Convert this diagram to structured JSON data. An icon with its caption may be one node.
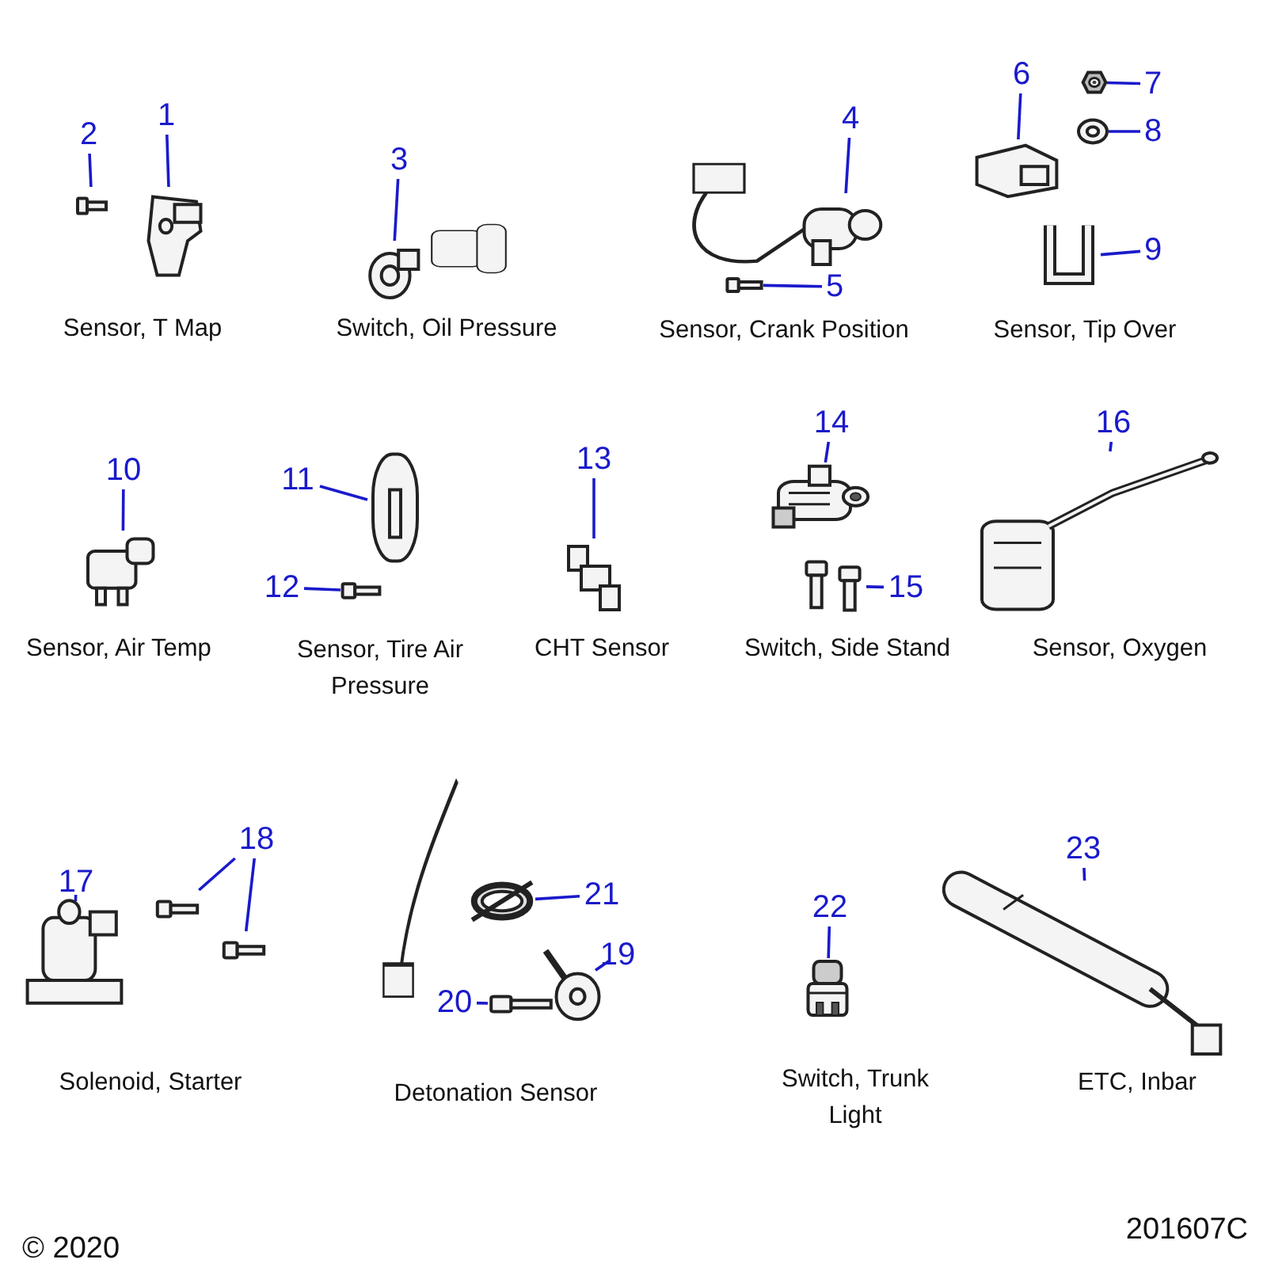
{
  "diagram": {
    "nodes": [
      {
        "text": [
          "1"
        ]
      },
      {
        "text": [],
        "shape": "picture"
      },
      {
        "text": [
          "2"
        ]
      },
      {
        "text": [],
        "shape": "picture"
      },
      {
        "text": [
          "3"
        ]
      },
      {
        "text": [],
        "shape": "picture"
      },
      {
        "text": [
          "4"
        ]
      },
      {
        "text": [],
        "shape": "picture"
      },
      {
        "text": [
          "5"
        ]
      },
      {
        "text": [],
        "shape": "picture"
      },
      {
        "text": [
          "6"
        ]
      },
      {
        "text": [],
        "shape": "picture"
      },
      {
        "text": [
          "7"
        ]
      },
      {
        "text": [],
        "shape": "picture"
      },
      {
        "text": [
          "8"
        ]
      },
      {
        "text": [],
        "shape": "picture"
      },
      {
        "text": [
          "9"
        ]
      },
      {
        "text": [],
        "shape": "picture"
      },
      {
        "text": [
          "10"
        ]
      },
      {
        "text": [],
        "shape": "picture"
      },
      {
        "text": [
          "11"
        ]
      },
      {
        "text": [],
        "shape": "picture"
      },
      {
        "text": [
          "12"
        ]
      },
      {
        "text": [],
        "shape": "picture"
      },
      {
        "text": [
          "13"
        ]
      },
      {
        "text": [],
        "shape": "picture"
      },
      {
        "text": [
          "14"
        ]
      },
      {
        "text": [],
        "shape": "picture"
      },
      {
        "text": [
          "15"
        ]
      },
      {
        "text": [],
        "shape": "picture"
      },
      {
        "text": [
          "16"
        ]
      },
      {
        "text": [],
        "shape": "picture"
      },
      {
        "text": [
          "17"
        ]
      },
      {
        "text": [],
        "shape": "picture"
      },
      {
        "text": [
          "18"
        ]
      },
      {
        "text": [],
        "shape": "picture"
      },
      {
        "text": [],
        "shape": "picture"
      },
      {
        "text": [
          "19"
        ]
      },
      {
        "text": [],
        "shape": "picture"
      },
      {
        "text": [
          "20"
        ]
      },
      {
        "text": [],
        "shape": "picture"
      },
      {
        "text": [
          "21"
        ]
      },
      {
        "text": [],
        "shape": "picture"
      },
      {
        "text": [
          "22"
        ]
      },
      {
        "text": [],
        "shape": "picture"
      },
      {
        "text": [
          "23"
        ]
      },
      {
        "text": [],
        "shape": "picture"
      }
    ],
    "edges": [
      {
        "from": 0,
        "to": 1,
        "arrow": "none"
      },
      {
        "from": 2,
        "to": 3,
        "arrow": "none"
      },
      {
        "from": 4,
        "to": 5,
        "arrow": "none"
      },
      {
        "from": 6,
        "to": 7,
        "arrow": "none"
      },
      {
        "from": 8,
        "to": 9,
        "arrow": "none"
      },
      {
        "from": 10,
        "to": 11,
        "arrow": "none"
      },
      {
        "from": 12,
        "to": 13,
        "arrow": "none"
      },
      {
        "from": 14,
        "to": 15,
        "arrow": "none"
      },
      {
        "from": 16,
        "to": 17,
        "arrow": "none"
      },
      {
        "from": 18,
        "to": 19,
        "arrow": "none"
      },
      {
        "from": 20,
        "to": 21,
        "arrow": "none"
      },
      {
        "from": 22,
        "to": 23,
        "arrow": "none"
      },
      {
        "from": 24,
        "to": 25,
        "arrow": "none"
      },
      {
        "from": 26,
        "to": 27,
        "arrow": "none"
      },
      {
        "from": 28,
        "to": 29,
        "arrow": "none"
      },
      {
        "from": 30,
        "to": 31,
        "arrow": "none"
      },
      {
        "from": 32,
        "to": 33,
        "arrow": "none"
      },
      {
        "from": 34,
        "to": 35,
        "arrow": "none"
      },
      {
        "from": 34,
        "to": 36,
        "arrow": "none"
      },
      {
        "from": 37,
        "to": 38,
        "arrow": "none"
      },
      {
        "from": 39,
        "to": 40,
        "arrow": "none"
      },
      {
        "from": 41,
        "to": 42,
        "arrow": "none"
      },
      {
        "from": 43,
        "to": 44,
        "arrow": "none"
      },
      {
        "from": 45,
        "to": 46,
        "arrow": "none"
      }
    ],
    "labels": [
      "Sensor, T Map",
      "Switch, Oil Pressure",
      "Sensor, Crank Position",
      "Sensor, Tip Over",
      "Sensor, Air Temp",
      "Sensor, Tire Air Pressure",
      "CHT Sensor",
      "Switch, Side Stand",
      "Sensor, Oxygen",
      "Solenoid, Starter",
      "Detonation Sensor",
      "Switch, Trunk Light",
      "ETC, Inbar",
      "© 2020",
      "201607C"
    ]
  }
}
